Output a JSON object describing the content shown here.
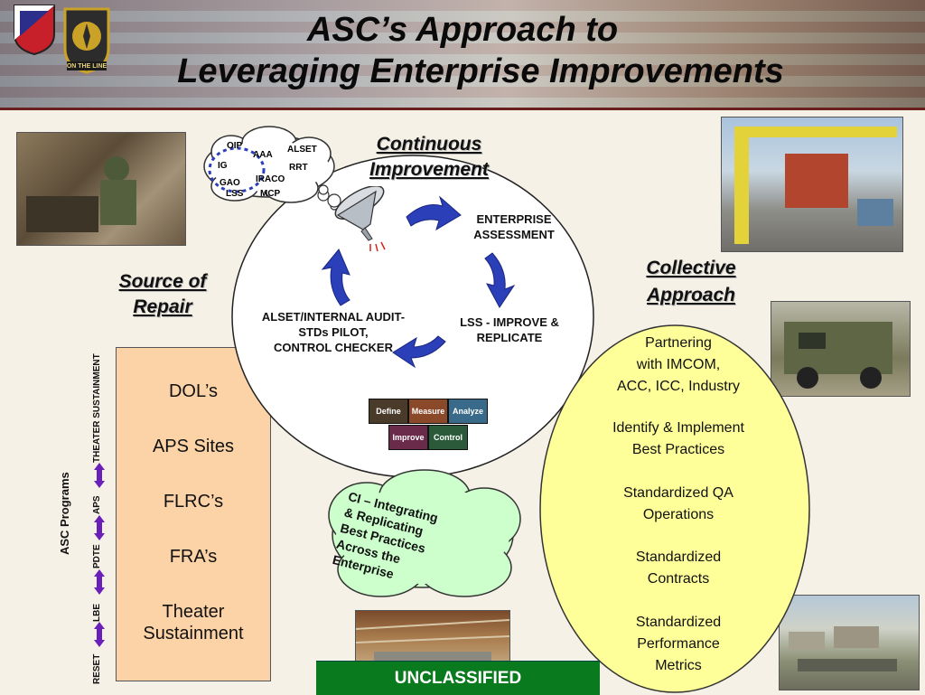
{
  "header": {
    "title_line1": "ASC’s Approach to",
    "title_line2": "Leveraging Enterprise Improvements",
    "logo_text": "ON THE LINE"
  },
  "left": {
    "heading_line1": "Source of",
    "heading_line2": "Repair",
    "items": [
      "DOL’s",
      "APS Sites",
      "FLRC’s",
      "FRA’s",
      "Theater\nSustainment"
    ],
    "axis_label": "ASC Programs",
    "programs": [
      "RESET",
      "LBE",
      "PDTE",
      "APS",
      "THEATER SUSTAINMENT"
    ]
  },
  "cloud": {
    "items": [
      "OIP",
      "AAA",
      "ALSET",
      "IG",
      "RRT",
      "GAO",
      "IRACO",
      "LSS",
      "MCP"
    ]
  },
  "center": {
    "heading_line1": "Continuous",
    "heading_line2": "Improvement",
    "enterprise_assessment": "ENTERPRISE\nASSESSMENT",
    "lss_improve": "LSS - IMPROVE &\nREPLICATE",
    "alset_audit": "ALSET/INTERNAL AUDIT-\nSTDs PILOT,\nCONTROL CHECKER",
    "dmaic": [
      "Define",
      "Measure",
      "Analyze",
      "Improve",
      "Control"
    ]
  },
  "ci_cloud": {
    "text": "CI – Integrating\n& Replicating\nBest Practices\nAcross the\nEnterprise"
  },
  "right": {
    "heading_line1": "Collective",
    "heading_line2": "Approach",
    "items": [
      "Partnering\nwith IMCOM,\nACC, ICC, Industry",
      "Identify & Implement\nBest Practices",
      "Standardized QA\nOperations",
      "Standardized\nContracts",
      "Standardized\nPerformance\nMetrics"
    ]
  },
  "footer": {
    "classification": "UNCLASSIFIED"
  },
  "colors": {
    "source_box": "#fcd3a6",
    "ellipse": "#ffff99",
    "ci_cloud": "#ccffcc",
    "banner": "#0a7a1e",
    "arrow": "#2b3fb8",
    "program_arrow": "#6a1fb8"
  }
}
